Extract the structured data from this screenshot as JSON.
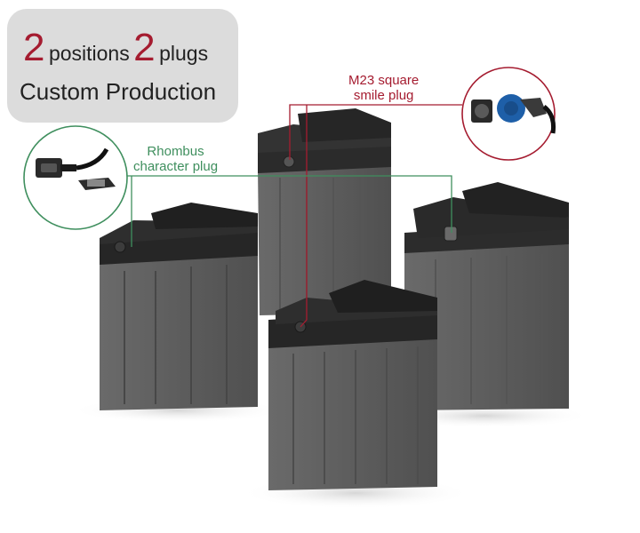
{
  "banner": {
    "count_positions": "2",
    "positions_label": "positions",
    "count_plugs": "2",
    "plugs_label": "plugs",
    "subtitle": "Custom Production"
  },
  "callouts": {
    "m23": {
      "line1": "M23 square",
      "line2": "smile plug"
    },
    "rhombus": {
      "line1": "Rhombus",
      "line2": "character plug"
    }
  },
  "colors": {
    "accent_red": "#a51c30",
    "accent_green": "#3f8f5e",
    "battery_body": "#5c5c5c",
    "battery_lid": "#2a2a2a",
    "plug_blue": "#1e5fa8"
  },
  "icons": [
    "rhombus-plug-icon",
    "m23-plug-icon"
  ]
}
